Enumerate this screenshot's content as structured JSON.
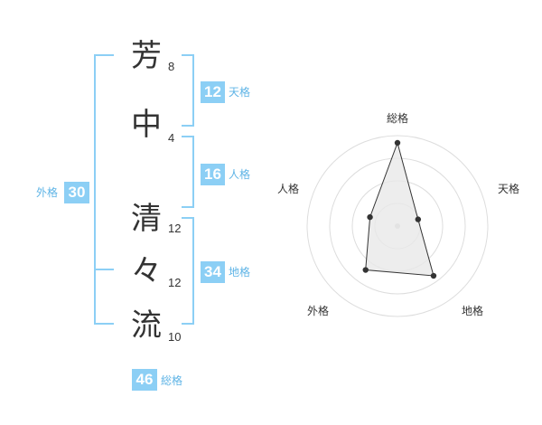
{
  "name_chars": [
    {
      "char": "芳",
      "strokes": "8"
    },
    {
      "char": "中",
      "strokes": "4"
    },
    {
      "char": "清",
      "strokes": "12"
    },
    {
      "char": "々",
      "strokes": "12"
    },
    {
      "char": "流",
      "strokes": "10"
    }
  ],
  "fortunes": {
    "tenkaku": {
      "value": "12",
      "label": "天格"
    },
    "jinkaku": {
      "value": "16",
      "label": "人格"
    },
    "chikaku": {
      "value": "34",
      "label": "地格"
    },
    "gaikaku": {
      "value": "30",
      "label": "外格"
    },
    "soukaku": {
      "value": "46",
      "label": "総格"
    }
  },
  "chart_data": {
    "type": "radar",
    "axes": [
      "総格",
      "天格",
      "地格",
      "外格",
      "人格"
    ],
    "values": [
      46,
      12,
      34,
      30,
      16
    ],
    "levels": 4,
    "colors": {
      "ring": "#dddddd",
      "fill": "#e8e8e8",
      "stroke": "#333333"
    }
  },
  "colors": {
    "accent": "#8ccff5",
    "accent_text": "#5fb4e6"
  }
}
